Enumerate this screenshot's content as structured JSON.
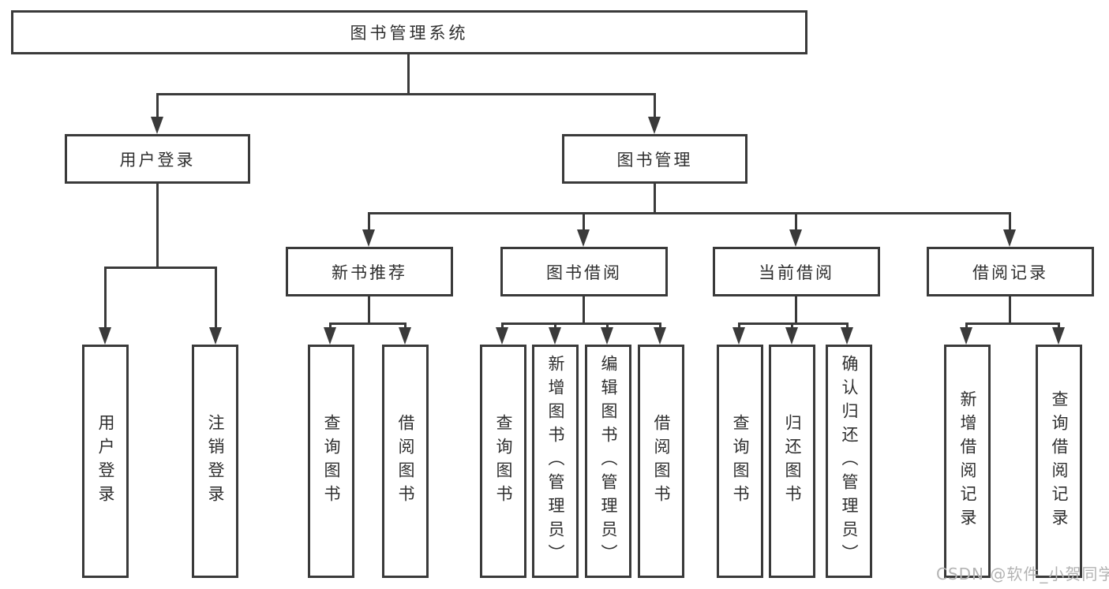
{
  "tree": {
    "label": "图书管理系统",
    "children": [
      {
        "label": "用户登录",
        "children": [
          {
            "label": "用户登录"
          },
          {
            "label": "注销登录"
          }
        ]
      },
      {
        "label": "图书管理",
        "children": [
          {
            "label": "新书推荐",
            "children": [
              {
                "label": "查询图书"
              },
              {
                "label": "借阅图书"
              }
            ]
          },
          {
            "label": "图书借阅",
            "children": [
              {
                "label": "查询图书"
              },
              {
                "label": "新增图书（管理员）"
              },
              {
                "label": "编辑图书（管理员）"
              },
              {
                "label": "借阅图书"
              }
            ]
          },
          {
            "label": "当前借阅",
            "children": [
              {
                "label": "查询图书"
              },
              {
                "label": "归还图书"
              },
              {
                "label": "确认归还（管理员）"
              }
            ]
          },
          {
            "label": "借阅记录",
            "children": [
              {
                "label": "新增借阅记录"
              },
              {
                "label": "查询借阅记录"
              }
            ]
          }
        ]
      }
    ]
  },
  "watermark": "CSDN @软件_小贺同学",
  "colors": {
    "line": "#3a3a3a",
    "text": "#2f2f2f",
    "background": "#ffffff",
    "watermark": "#b3b3b3"
  }
}
